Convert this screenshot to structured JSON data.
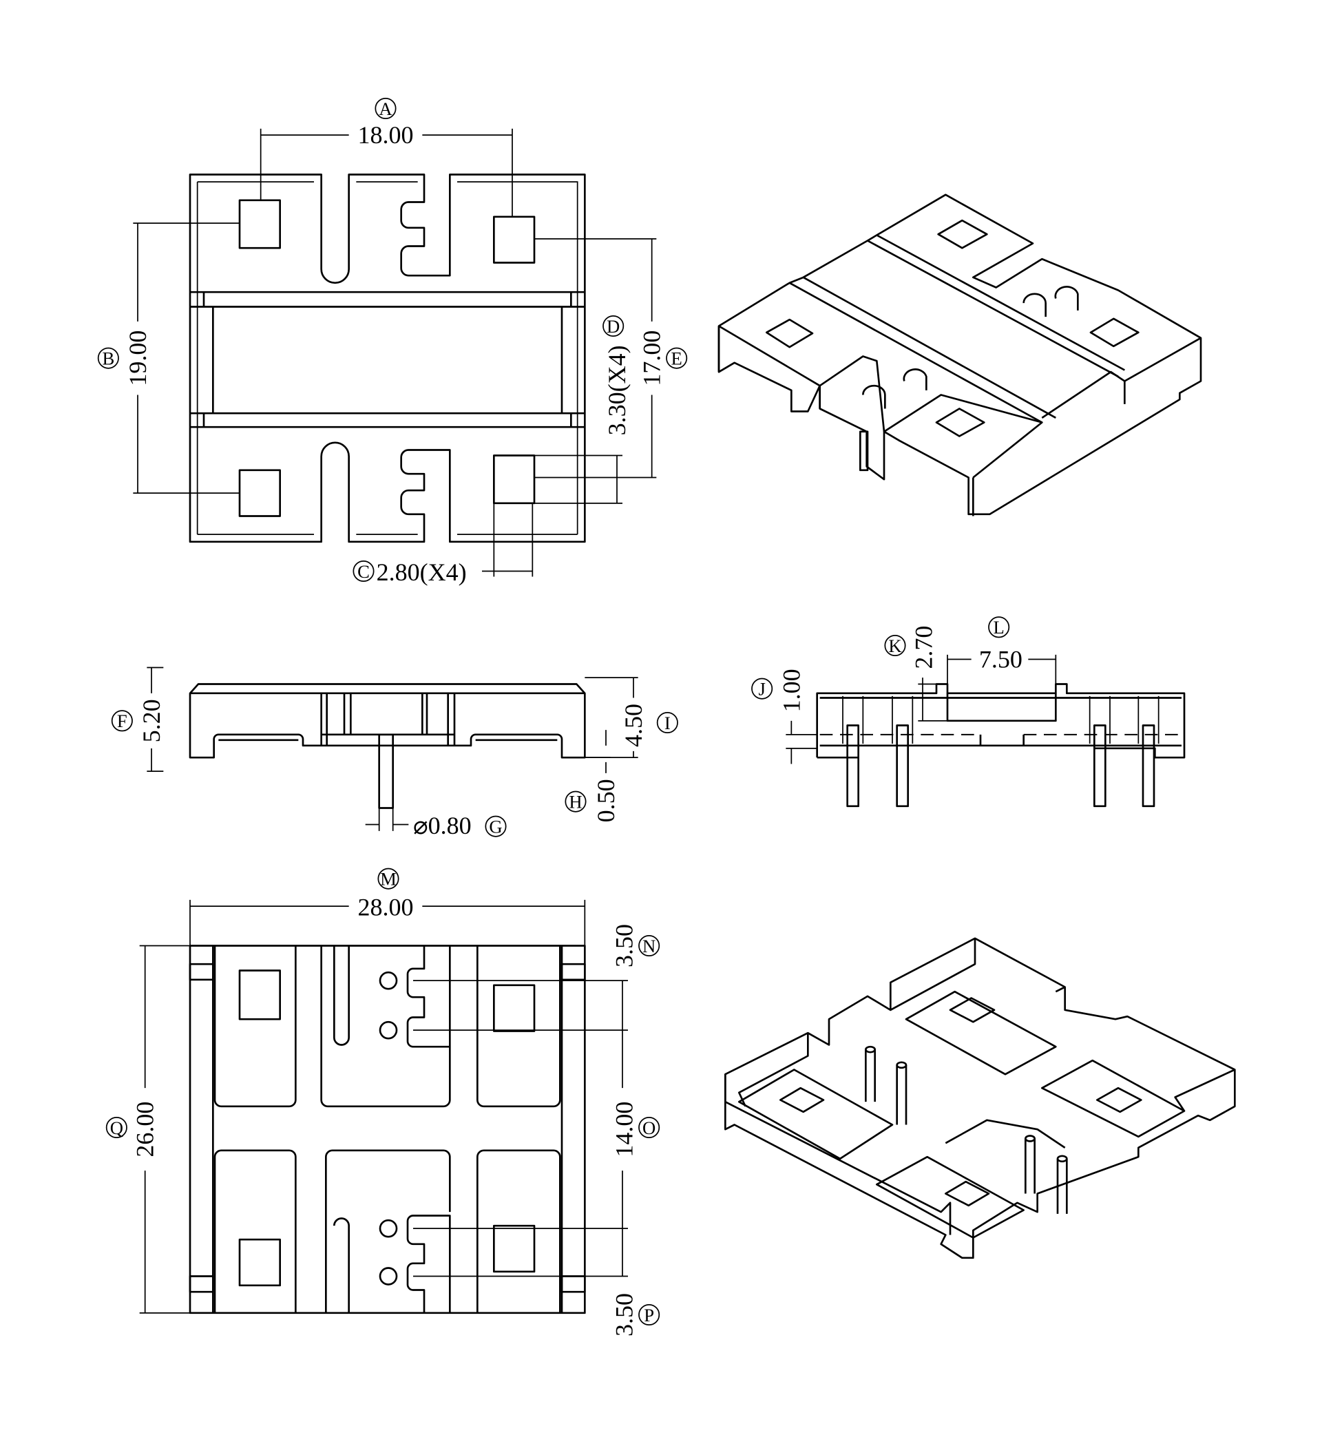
{
  "drawing": {
    "views": [
      "top-view",
      "front-view",
      "side-view",
      "bottom-view",
      "isometric-top",
      "isometric-bottom"
    ],
    "dimensions": {
      "A": {
        "label": "A",
        "value": "18.00"
      },
      "B": {
        "label": "B",
        "value": "19.00"
      },
      "C": {
        "label": "C",
        "value": "2.80(X4)"
      },
      "D": {
        "label": "D",
        "value": "3.30(X4)"
      },
      "E": {
        "label": "E",
        "value": "17.00"
      },
      "F": {
        "label": "F",
        "value": "5.20"
      },
      "G": {
        "label": "G",
        "value": "⌀0.80"
      },
      "H": {
        "label": "H",
        "value": "0.50"
      },
      "I": {
        "label": "I",
        "value": "4.50"
      },
      "J": {
        "label": "J",
        "value": "1.00"
      },
      "K": {
        "label": "K",
        "value": "2.70"
      },
      "L": {
        "label": "L",
        "value": "7.50"
      },
      "M": {
        "label": "M",
        "value": "28.00"
      },
      "N": {
        "label": "N",
        "value": "3.50"
      },
      "O": {
        "label": "O",
        "value": "14.00"
      },
      "P": {
        "label": "P",
        "value": "3.50"
      },
      "Q": {
        "label": "Q",
        "value": "26.00"
      }
    }
  }
}
